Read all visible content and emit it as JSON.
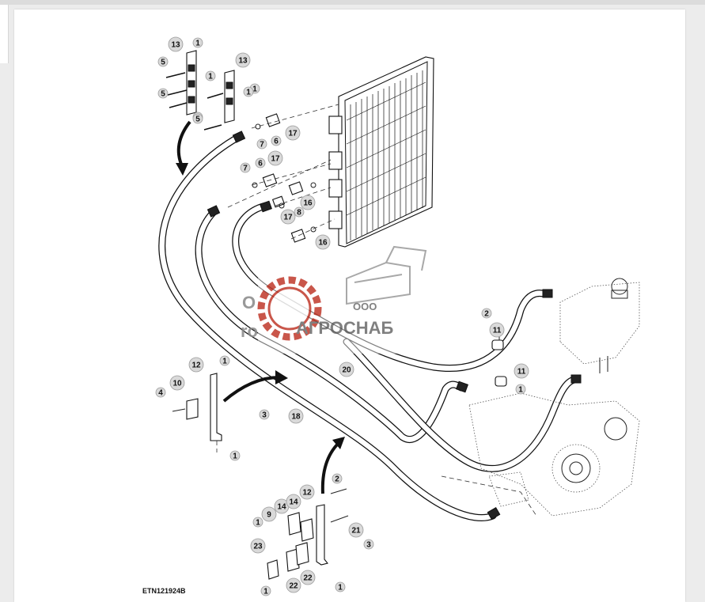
{
  "figure": {
    "figure_id": "ETN121924B",
    "callouts": [
      "13",
      "1",
      "5",
      "1",
      "13",
      "1",
      "5",
      "1",
      "5",
      "5",
      "6",
      "7",
      "17",
      "7",
      "6",
      "17",
      "8",
      "16",
      "17",
      "16",
      "2",
      "11",
      "11",
      "1",
      "12",
      "1",
      "4",
      "10",
      "3",
      "1",
      "20",
      "18",
      "2",
      "12",
      "14",
      "14",
      "9",
      "1",
      "21",
      "3",
      "23",
      "22",
      "22",
      "1",
      "1"
    ]
  },
  "watermark": {
    "company_prefix": "ООО",
    "company_name": "АГРОСНАБ",
    "partial_text_left": "О",
    "partial_text_left2": "ro",
    "colors": {
      "gear": "#c0392b",
      "text": "#6b6b6b"
    }
  }
}
